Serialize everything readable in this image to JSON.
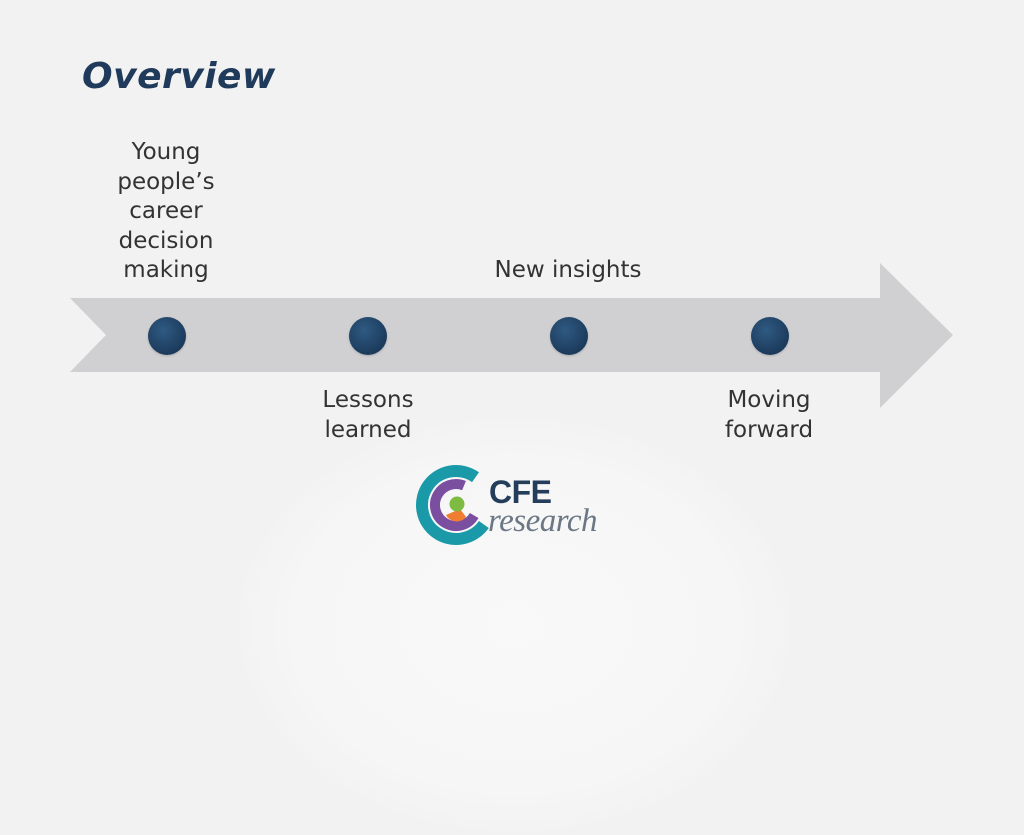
{
  "slide": {
    "title": "Overview"
  },
  "timeline": {
    "milestones": [
      {
        "label": "Young\npeople’s\ncareer\ndecision\nmaking",
        "position": "above"
      },
      {
        "label": "Lessons\nlearned",
        "position": "below"
      },
      {
        "label": "New insights",
        "position": "above"
      },
      {
        "label": "Moving\nforward",
        "position": "below"
      }
    ],
    "icon": "right-arrow-icon"
  },
  "logo": {
    "main": "CFE",
    "sub": "research",
    "icon": "cfe-logo-icon"
  },
  "colors": {
    "title": "#1f3a5a",
    "dot": "#1c3b5c",
    "arrow": "#d0d0d2",
    "logo_teal": "#1a9aa8",
    "logo_purple": "#7b4fa0",
    "logo_orange": "#ef7d32",
    "logo_green": "#7dbb42"
  }
}
